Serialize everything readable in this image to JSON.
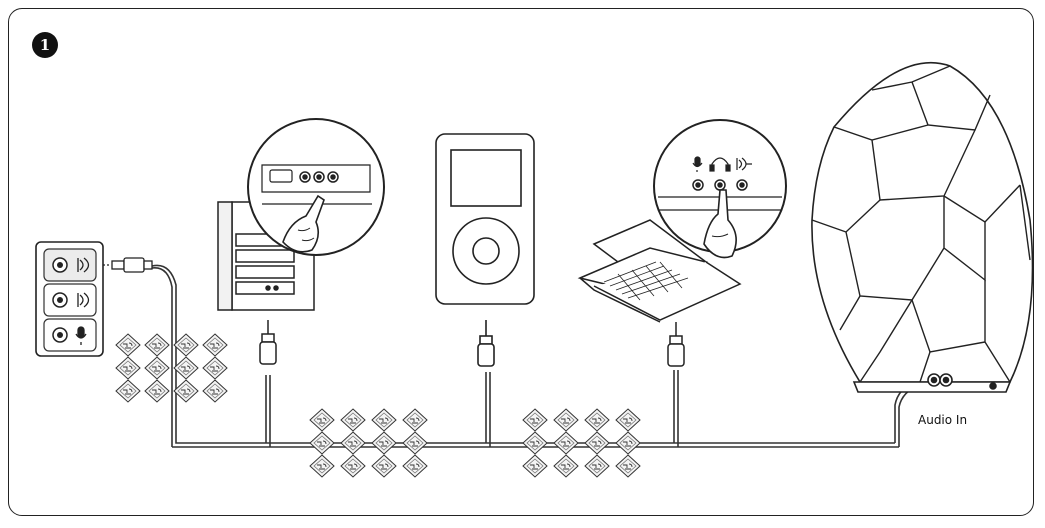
{
  "diagram": {
    "step_number": "1",
    "audio_in_label": "Audio In",
    "devices": [
      {
        "name": "pc-sound-card-ports"
      },
      {
        "name": "desktop-computer"
      },
      {
        "name": "portable-media-player"
      },
      {
        "name": "laptop-computer"
      },
      {
        "name": "faceted-speaker"
      }
    ]
  }
}
